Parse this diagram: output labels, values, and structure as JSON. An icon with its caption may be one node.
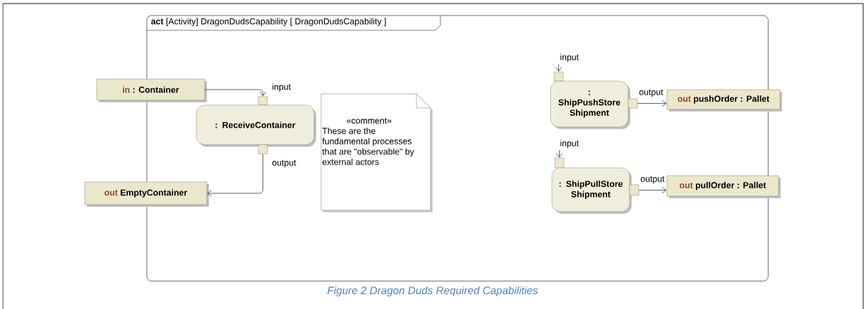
{
  "diagram": {
    "caption": "Figure 2 Dragon Duds Required Capabilities",
    "nodes": [
      {
        "text": [
          "**act** [Activity] DragonDudsCapability [ DragonDudsCapability ]"
        ]
      },
      {
        "text": [
          "in",
          ": Container"
        ]
      },
      {
        "text": [],
        "shape": "box",
        "in": 0,
        "beside": [
          "input"
        ]
      },
      {
        "text": [
          ": ReceiveContainer"
        ],
        "in": 0
      },
      {
        "text": [],
        "shape": "box",
        "in": 0,
        "beside": [
          "output"
        ]
      },
      {
        "text": [
          "out",
          "EmptyContainer"
        ]
      },
      {
        "text": [
          "«comment»",
          "These are the fundamental processes that are \"observable\" by external actors"
        ],
        "in": 0
      },
      {
        "text": [],
        "shape": "box",
        "in": 0,
        "beside": [
          "input"
        ]
      },
      {
        "text": [
          ": ShipPushStore Shipment"
        ],
        "in": 0
      },
      {
        "text": [],
        "shape": "box",
        "in": 0,
        "beside": [
          "output"
        ]
      },
      {
        "text": [
          "out",
          "pushOrder : Pallet"
        ]
      },
      {
        "text": [],
        "shape": "box",
        "in": 0,
        "beside": [
          "input"
        ]
      },
      {
        "text": [
          ": ShipPullStore Shipment"
        ],
        "in": 0
      },
      {
        "text": [],
        "shape": "box",
        "in": 0,
        "beside": [
          "output"
        ]
      },
      {
        "text": [
          "out",
          "pullOrder : Pallet"
        ]
      }
    ],
    "edges": [
      {
        "from": 1,
        "to": 2,
        "arrow": "to"
      },
      {
        "from": 4,
        "to": 5,
        "arrow": "to"
      },
      {
        "from": null,
        "to": 7,
        "arrow": "to"
      },
      {
        "from": 9,
        "to": 10,
        "arrow": "to"
      },
      {
        "from": null,
        "to": 11,
        "arrow": "to"
      },
      {
        "from": 13,
        "to": 14,
        "arrow": "to"
      }
    ]
  }
}
